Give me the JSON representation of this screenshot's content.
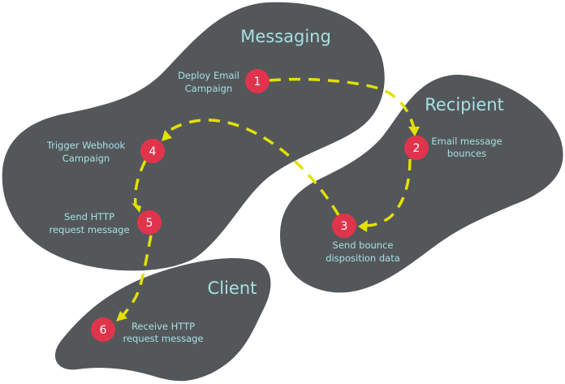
{
  "colors": {
    "blob": "#54575a",
    "title_text": "#a6e0e4",
    "step_circle": "#e0344c",
    "step_number": "#ffffff",
    "path": "#e3e000"
  },
  "regions": {
    "messaging": {
      "title": "Messaging"
    },
    "recipient": {
      "title": "Recipient"
    },
    "client": {
      "title": "Client"
    }
  },
  "steps": [
    {
      "number": "1",
      "label_line1": "Deploy Email",
      "label_line2": "Campaign",
      "region": "Messaging"
    },
    {
      "number": "2",
      "label_line1": "Email message",
      "label_line2": "bounces",
      "region": "Recipient"
    },
    {
      "number": "3",
      "label_line1": "Send bounce",
      "label_line2": "disposition data",
      "region": "Recipient"
    },
    {
      "number": "4",
      "label_line1": "Trigger Webhook",
      "label_line2": "Campaign",
      "region": "Messaging"
    },
    {
      "number": "5",
      "label_line1": "Send HTTP",
      "label_line2": "request message",
      "region": "Messaging"
    },
    {
      "number": "6",
      "label_line1": "Receive HTTP",
      "label_line2": "request message",
      "region": "Client"
    }
  ],
  "flow": [
    {
      "from": "1",
      "to": "2"
    },
    {
      "from": "2",
      "to": "3"
    },
    {
      "from": "3",
      "to": "4"
    },
    {
      "from": "4",
      "to": "5"
    },
    {
      "from": "5",
      "to": "6"
    }
  ]
}
